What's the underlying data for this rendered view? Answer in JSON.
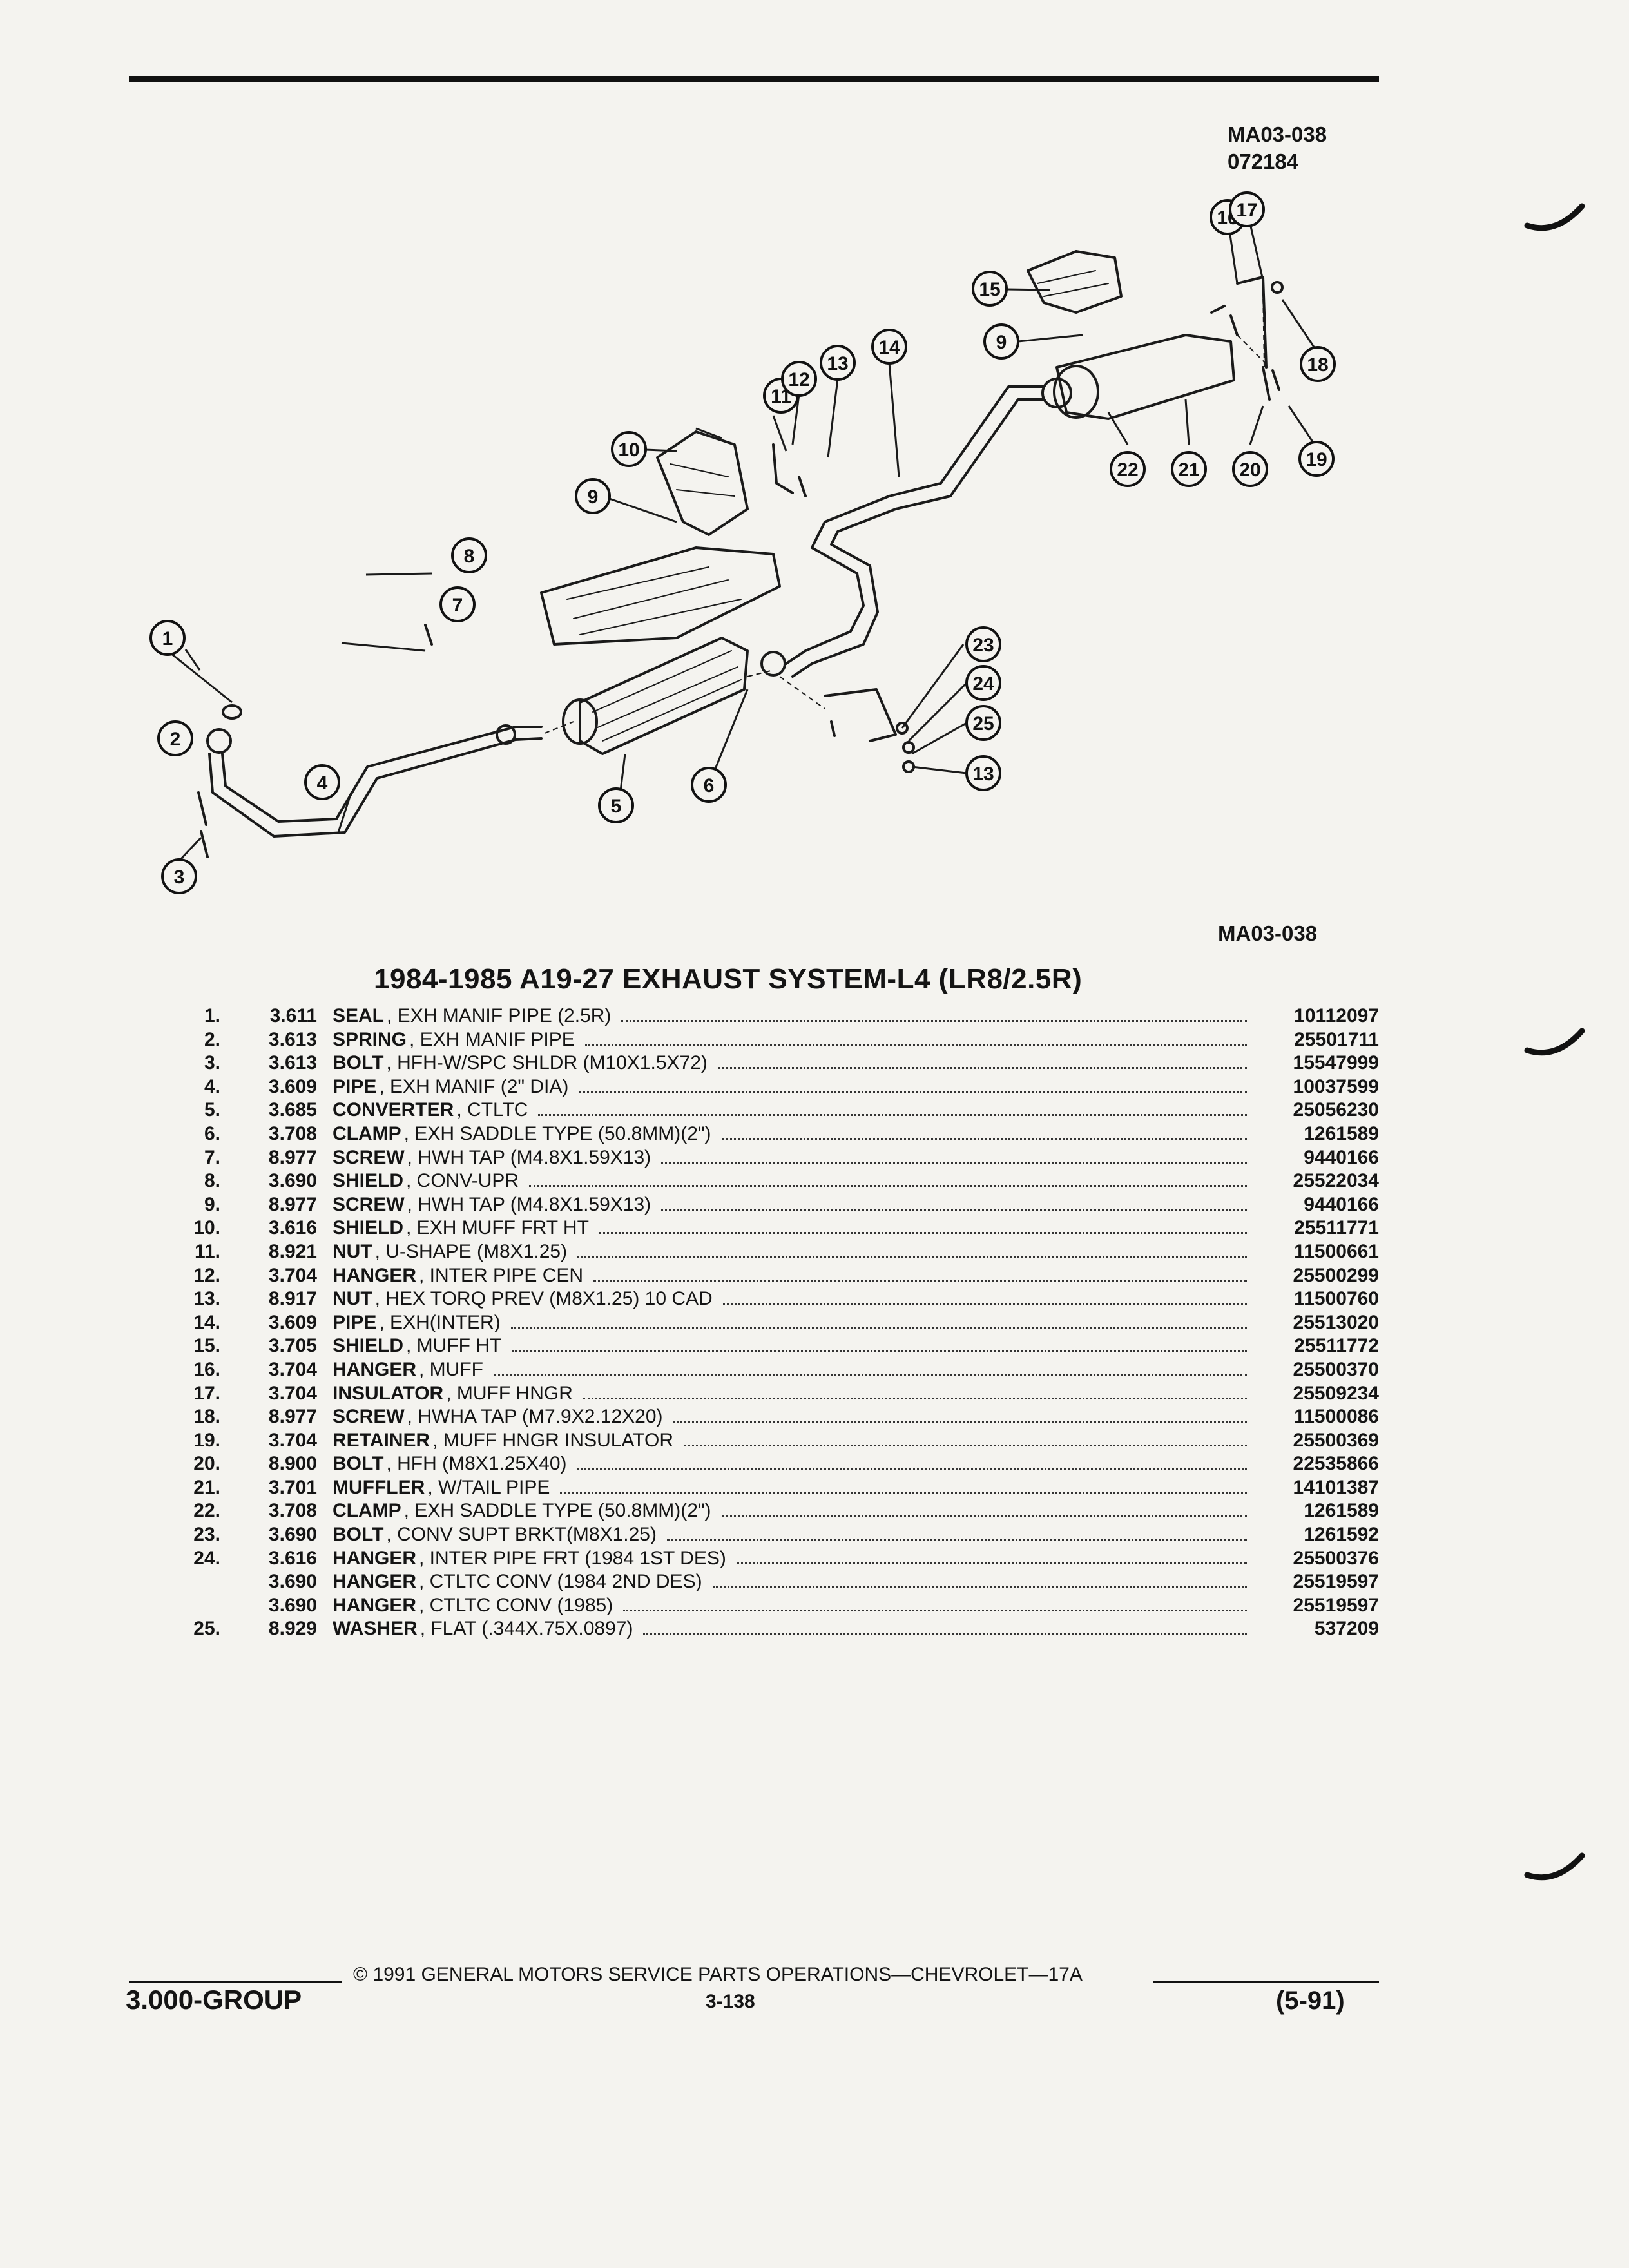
{
  "header": {
    "ref_code": "MA03-038",
    "date_code": "072184"
  },
  "diagram": {
    "ref_code": "MA03-038",
    "callouts": [
      "1",
      "2",
      "3",
      "4",
      "5",
      "6",
      "7",
      "8",
      "9",
      "9",
      "10",
      "11",
      "12",
      "13",
      "13",
      "14",
      "15",
      "16",
      "17",
      "18",
      "19",
      "20",
      "21",
      "22",
      "23",
      "24",
      "25"
    ]
  },
  "title": "1984-1985 A19-27 EXHAUST SYSTEM-L4 (LR8/2.5R)",
  "parts": [
    {
      "num": "1.",
      "group": "3.611",
      "name": "SEAL",
      "spec": ", EXH MANIF PIPE (2.5R)",
      "part": "10112097"
    },
    {
      "num": "2.",
      "group": "3.613",
      "name": "SPRING",
      "spec": ", EXH MANIF PIPE",
      "part": "25501711"
    },
    {
      "num": "3.",
      "group": "3.613",
      "name": "BOLT",
      "spec": ", HFH-W/SPC SHLDR (M10X1.5X72)",
      "part": "15547999"
    },
    {
      "num": "4.",
      "group": "3.609",
      "name": "PIPE",
      "spec": ", EXH MANIF (2\" DIA)",
      "part": "10037599"
    },
    {
      "num": "5.",
      "group": "3.685",
      "name": "CONVERTER",
      "spec": ", CTLTC",
      "part": "25056230"
    },
    {
      "num": "6.",
      "group": "3.708",
      "name": "CLAMP",
      "spec": ", EXH SADDLE TYPE (50.8MM)(2\")",
      "part": "1261589"
    },
    {
      "num": "7.",
      "group": "8.977",
      "name": "SCREW",
      "spec": ", HWH TAP (M4.8X1.59X13)",
      "part": "9440166"
    },
    {
      "num": "8.",
      "group": "3.690",
      "name": "SHIELD",
      "spec": ", CONV-UPR",
      "part": "25522034"
    },
    {
      "num": "9.",
      "group": "8.977",
      "name": "SCREW",
      "spec": ", HWH TAP (M4.8X1.59X13)",
      "part": "9440166"
    },
    {
      "num": "10.",
      "group": "3.616",
      "name": "SHIELD",
      "spec": ", EXH MUFF FRT HT",
      "part": "25511771"
    },
    {
      "num": "11.",
      "group": "8.921",
      "name": "NUT",
      "spec": ", U-SHAPE (M8X1.25)",
      "part": "11500661"
    },
    {
      "num": "12.",
      "group": "3.704",
      "name": "HANGER",
      "spec": ", INTER PIPE CEN",
      "part": "25500299"
    },
    {
      "num": "13.",
      "group": "8.917",
      "name": "NUT",
      "spec": ", HEX TORQ PREV (M8X1.25) 10 CAD",
      "part": "11500760"
    },
    {
      "num": "14.",
      "group": "3.609",
      "name": "PIPE",
      "spec": ", EXH(INTER)",
      "part": "25513020"
    },
    {
      "num": "15.",
      "group": "3.705",
      "name": "SHIELD",
      "spec": ", MUFF HT",
      "part": "25511772"
    },
    {
      "num": "16.",
      "group": "3.704",
      "name": "HANGER",
      "spec": ", MUFF",
      "part": "25500370"
    },
    {
      "num": "17.",
      "group": "3.704",
      "name": "INSULATOR",
      "spec": ", MUFF HNGR",
      "part": "25509234"
    },
    {
      "num": "18.",
      "group": "8.977",
      "name": "SCREW",
      "spec": ", HWHA TAP (M7.9X2.12X20)",
      "part": "11500086"
    },
    {
      "num": "19.",
      "group": "3.704",
      "name": "RETAINER",
      "spec": ", MUFF HNGR INSULATOR",
      "part": "25500369"
    },
    {
      "num": "20.",
      "group": "8.900",
      "name": "BOLT",
      "spec": ", HFH (M8X1.25X40)",
      "part": "22535866"
    },
    {
      "num": "21.",
      "group": "3.701",
      "name": "MUFFLER",
      "spec": ", W/TAIL PIPE",
      "part": "14101387"
    },
    {
      "num": "22.",
      "group": "3.708",
      "name": "CLAMP",
      "spec": ", EXH SADDLE TYPE (50.8MM)(2\")",
      "part": "1261589"
    },
    {
      "num": "23.",
      "group": "3.690",
      "name": "BOLT",
      "spec": ", CONV SUPT BRKT(M8X1.25)",
      "part": "1261592"
    },
    {
      "num": "24.",
      "group": "3.616",
      "name": "HANGER",
      "spec": ", INTER PIPE FRT (1984 1ST DES)",
      "part": "25500376"
    },
    {
      "num": "",
      "group": "3.690",
      "name": "HANGER",
      "spec": ", CTLTC CONV (1984 2ND DES)",
      "part": "25519597"
    },
    {
      "num": "",
      "group": "3.690",
      "name": "HANGER",
      "spec": ", CTLTC CONV (1985)",
      "part": "25519597"
    },
    {
      "num": "25.",
      "group": "8.929",
      "name": "WASHER",
      "spec": ", FLAT (.344X.75X.0897)",
      "part": "537209"
    }
  ],
  "footer": {
    "copyright": "© 1991 GENERAL MOTORS SERVICE PARTS OPERATIONS—CHEVROLET—17A",
    "group": "3.000-GROUP",
    "page": "3-138",
    "revision": "(5-91)"
  }
}
